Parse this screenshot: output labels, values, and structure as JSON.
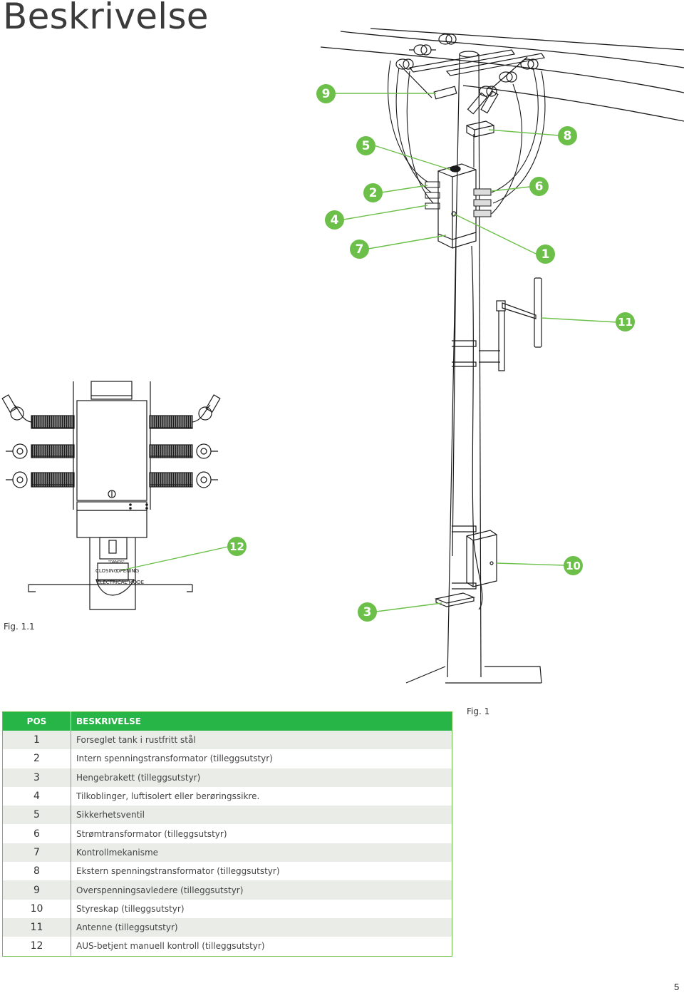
{
  "page": {
    "title": "Beskrivelse",
    "page_number": "5"
  },
  "figures": {
    "main_caption": "Fig. 1",
    "detail_caption": "Fig. 1.1"
  },
  "callouts": [
    "9",
    "5",
    "8",
    "2",
    "6",
    "4",
    "7",
    "1",
    "11",
    "12",
    "10",
    "3"
  ],
  "detail_labels": {
    "closing": "CLOSING",
    "opening": "OPENING",
    "mode": "ELECTRICAL MODE",
    "brand": "\"DANOS\""
  },
  "table": {
    "headers": {
      "pos": "POS",
      "desc": "BESKRIVELSE"
    },
    "rows": [
      {
        "pos": "1",
        "desc": "Forseglet tank i rustfritt stål"
      },
      {
        "pos": "2",
        "desc": "Intern spenningstransformator (tilleggsutstyr)"
      },
      {
        "pos": "3",
        "desc": "Hengebrakett (tilleggsutstyr)"
      },
      {
        "pos": "4",
        "desc": "Tilkoblinger, luftisolert eller berøringssikre."
      },
      {
        "pos": "5",
        "desc": "Sikkerhetsventil"
      },
      {
        "pos": "6",
        "desc": "Strømtransformator (tilleggsutstyr)"
      },
      {
        "pos": "7",
        "desc": "Kontrollmekanisme"
      },
      {
        "pos": "8",
        "desc": "Ekstern spenningstransformator (tilleggsutstyr)"
      },
      {
        "pos": "9",
        "desc": "Overspenningsavledere (tilleggsutstyr)"
      },
      {
        "pos": "10",
        "desc": "Styreskap (tilleggsutstyr)"
      },
      {
        "pos": "11",
        "desc": "Antenne (tilleggsutstyr)"
      },
      {
        "pos": "12",
        "desc": "AUS-betjent manuell kontroll (tilleggsutstyr)"
      }
    ]
  },
  "colors": {
    "accent_green": "#6cc04a",
    "header_green": "#28b548",
    "row_alt": "#e9ece7",
    "title_gray": "#3b3b3b"
  }
}
